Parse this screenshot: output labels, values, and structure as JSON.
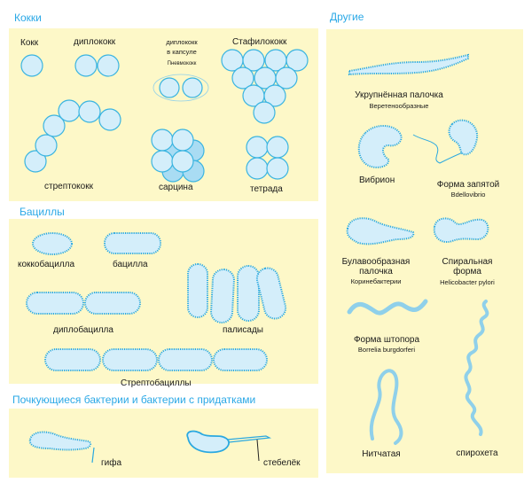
{
  "colors": {
    "panel": "#fdf8c8",
    "cell_fill": "#d4eefa",
    "cell_stroke": "#3ab4e0",
    "heading": "#2aa8e6"
  },
  "cocci": {
    "heading": "Кокки",
    "coccus": "Кокк",
    "diplococcus": "диплококк",
    "capsule1": "диплококк",
    "capsule2": "в капсуле",
    "pneumococcus": "Пневмококк",
    "staphylococcus": "Стафилококк",
    "streptococcus": "стрептококк",
    "sarcina": "сарцина",
    "tetrad": "тетрада"
  },
  "bacilli": {
    "heading": "Бациллы",
    "coccobacillus": "коккобацилла",
    "bacillus": "бацилла",
    "diplobacillus": "диплобацилла",
    "palisades": "палисады",
    "streptobacilli": "Стрептобациллы"
  },
  "budding": {
    "heading": "Почкующиеся бактерии и бактерии с придатками",
    "hypha": "гифа",
    "stalk": "стебелёк"
  },
  "other": {
    "heading": "Другие",
    "fusiform": "Укрупнённая палочка",
    "fusiform_sub": "Веретенообразные",
    "vibrio": "Вибрион",
    "comma": "Форма запятой",
    "comma_sub": "Bdellovibrio",
    "club1": "Булавообразная",
    "club2": "палочка",
    "club_sub": "Коринебактерии",
    "spiral1": "Спиральная",
    "spiral2": "форма",
    "spiral_sub": "Helicobacter pylori",
    "corkscrew": "Форма штопора",
    "corkscrew_sub": "Borrelia burgdorferi",
    "filament": "Нитчатая",
    "spirochete": "спирохета"
  }
}
